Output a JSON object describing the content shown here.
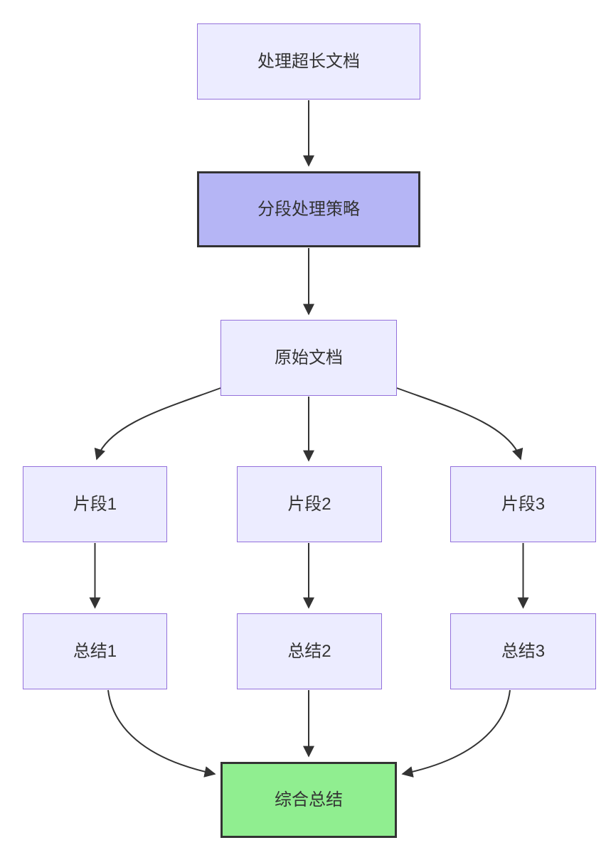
{
  "diagram": {
    "type": "flowchart",
    "direction": "top-down",
    "nodes": [
      {
        "id": "A",
        "label": "处理超长文档",
        "style": "default"
      },
      {
        "id": "B",
        "label": "分段处理策略",
        "style": "strategy"
      },
      {
        "id": "C",
        "label": "原始文档",
        "style": "default"
      },
      {
        "id": "D1",
        "label": "片段1",
        "style": "default"
      },
      {
        "id": "D2",
        "label": "片段2",
        "style": "default"
      },
      {
        "id": "D3",
        "label": "片段3",
        "style": "default"
      },
      {
        "id": "E1",
        "label": "总结1",
        "style": "default"
      },
      {
        "id": "E2",
        "label": "总结2",
        "style": "default"
      },
      {
        "id": "E3",
        "label": "总结3",
        "style": "default"
      },
      {
        "id": "F",
        "label": "综合总结",
        "style": "result"
      }
    ],
    "edges": [
      {
        "from": "A",
        "to": "B"
      },
      {
        "from": "B",
        "to": "C"
      },
      {
        "from": "C",
        "to": "D1"
      },
      {
        "from": "C",
        "to": "D2"
      },
      {
        "from": "C",
        "to": "D3"
      },
      {
        "from": "D1",
        "to": "E1"
      },
      {
        "from": "D2",
        "to": "E2"
      },
      {
        "from": "D3",
        "to": "E3"
      },
      {
        "from": "E1",
        "to": "F"
      },
      {
        "from": "E2",
        "to": "F"
      },
      {
        "from": "E3",
        "to": "F"
      }
    ],
    "colors": {
      "node_fill": "#ECECFF",
      "node_border": "#9370DB",
      "strategy_fill": "#b5b5f5",
      "strategy_border": "#333333",
      "result_fill": "#90EE90",
      "result_border": "#333333",
      "edge_color": "#333333",
      "text_color": "#333333"
    }
  }
}
